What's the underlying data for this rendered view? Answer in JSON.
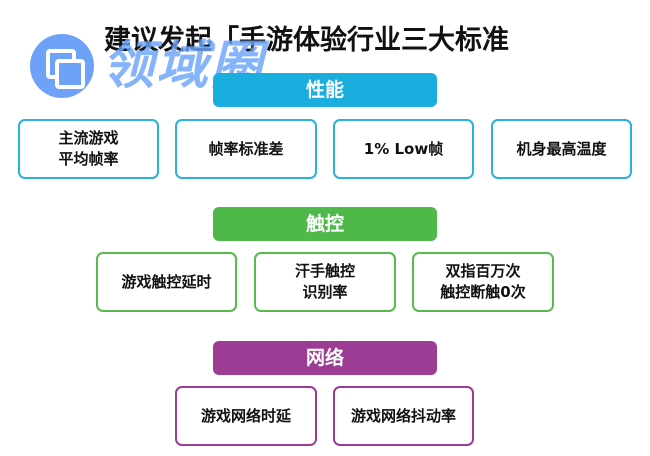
{
  "title": "建议发起「手游体验行业三大标准",
  "watermark": {
    "text": "领域圈"
  },
  "sections": [
    {
      "header": "性能",
      "color": "#1aaedf",
      "items": [
        "主流游戏\n平均帧率",
        "帧率标准差",
        "1% Low帧",
        "机身最高温度"
      ]
    },
    {
      "header": "触控",
      "color": "#4eb849",
      "items": [
        "游戏触控延时",
        "汗手触控\n识别率",
        "双指百万次\n触控断触0次"
      ]
    },
    {
      "header": "网络",
      "color": "#9d3c94",
      "items": [
        "游戏网络时延",
        "游戏网络抖动率"
      ]
    }
  ]
}
